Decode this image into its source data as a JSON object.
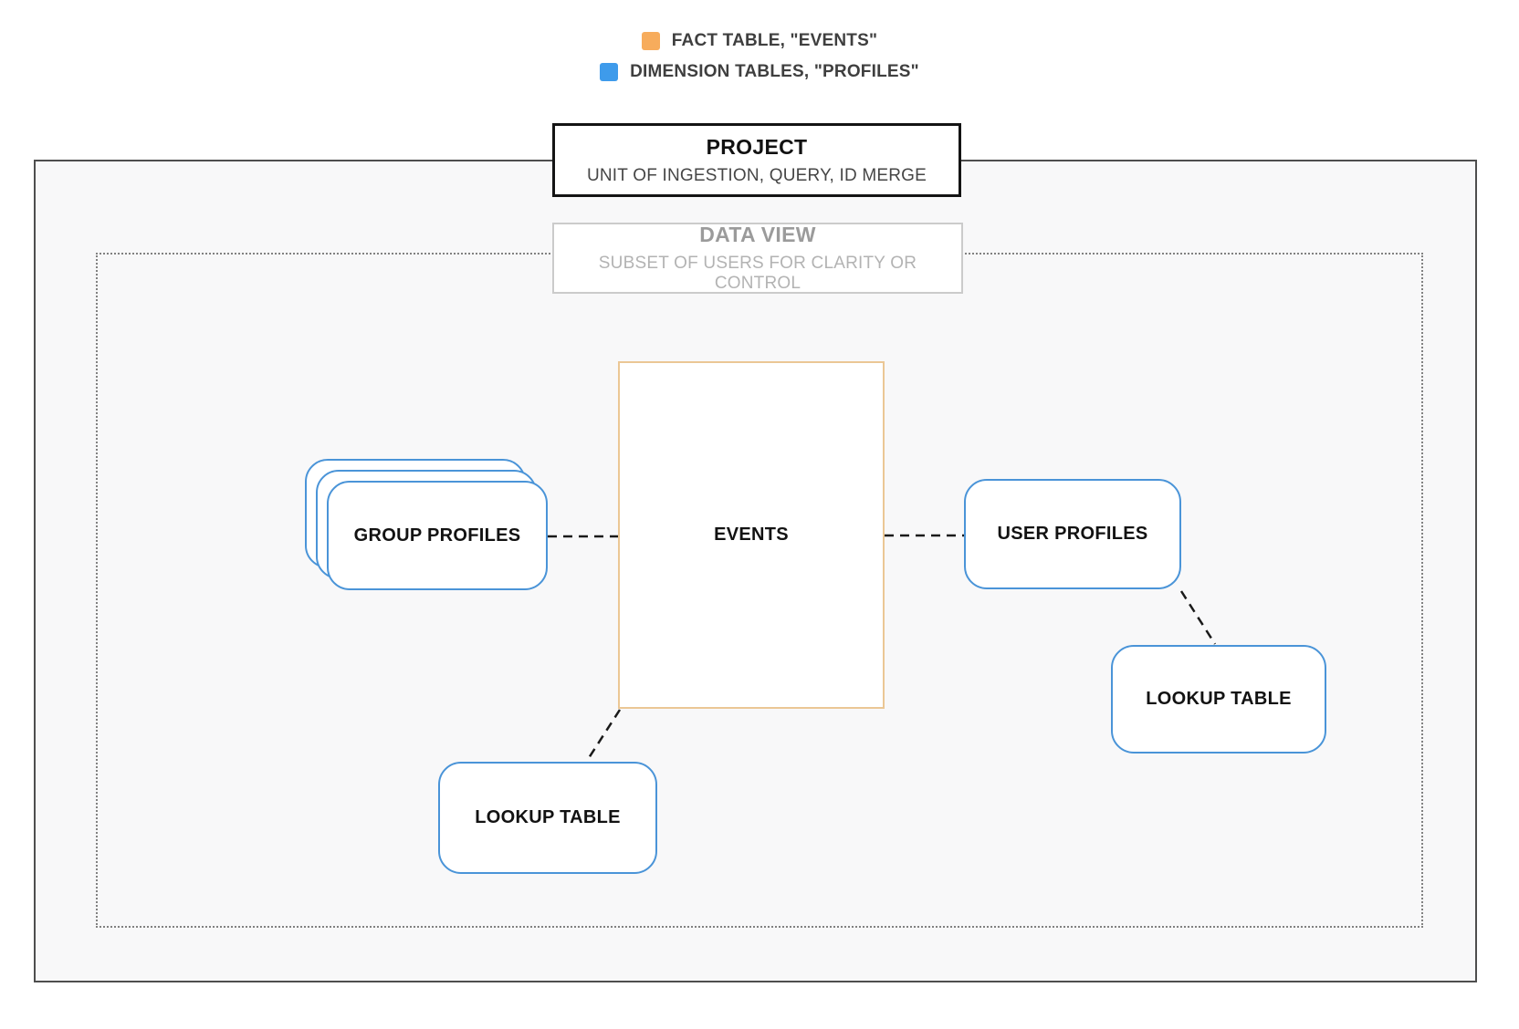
{
  "legend": {
    "items": [
      {
        "name": "fact-table",
        "label": "FACT TABLE, \"EVENTS\"",
        "color": "#F7AC5C"
      },
      {
        "name": "dimension-tables",
        "label": "DIMENSION TABLES, \"PROFILES\"",
        "color": "#3E9BEB"
      }
    ]
  },
  "project_box": {
    "title": "PROJECT",
    "subtitle": "UNIT OF INGESTION, QUERY, ID MERGE"
  },
  "data_view_box": {
    "title": "DATA VIEW",
    "subtitle": "SUBSET OF USERS FOR CLARITY OR CONTROL"
  },
  "nodes": {
    "events": {
      "label": "EVENTS",
      "type": "fact-table",
      "border_color": "#EBC795"
    },
    "group_profiles": {
      "label": "GROUP PROFILES",
      "type": "dimension-table",
      "border_color": "#4A94D8",
      "stacked": true
    },
    "user_profiles": {
      "label": "USER PROFILES",
      "type": "dimension-table",
      "border_color": "#4A94D8"
    },
    "lookup_table_bottom": {
      "label": "LOOKUP TABLE",
      "type": "dimension-table",
      "border_color": "#4A94D8"
    },
    "lookup_table_right": {
      "label": "LOOKUP TABLE",
      "type": "dimension-table",
      "border_color": "#4A94D8"
    }
  },
  "connections": [
    {
      "from": "group_profiles",
      "to": "events",
      "style": "dashed"
    },
    {
      "from": "events",
      "to": "user_profiles",
      "style": "dashed"
    },
    {
      "from": "events",
      "to": "lookup_table_bottom",
      "style": "dashed"
    },
    {
      "from": "user_profiles",
      "to": "lookup_table_right",
      "style": "dashed"
    }
  ],
  "colors": {
    "fact_table_accent": "#F7AC5C",
    "dimension_table_accent": "#3E9BEB",
    "events_border": "#EBC795",
    "blue_node_border": "#4A94D8",
    "project_border": "#141414",
    "outer_boundary_border": "#4E4E4E",
    "dotted_boundary_border": "#818181",
    "data_view_border": "#CBCBCB",
    "connector": "#1A1A1A",
    "canvas_fill": "#F8F8F9",
    "page_background": "#FFFFFF"
  }
}
